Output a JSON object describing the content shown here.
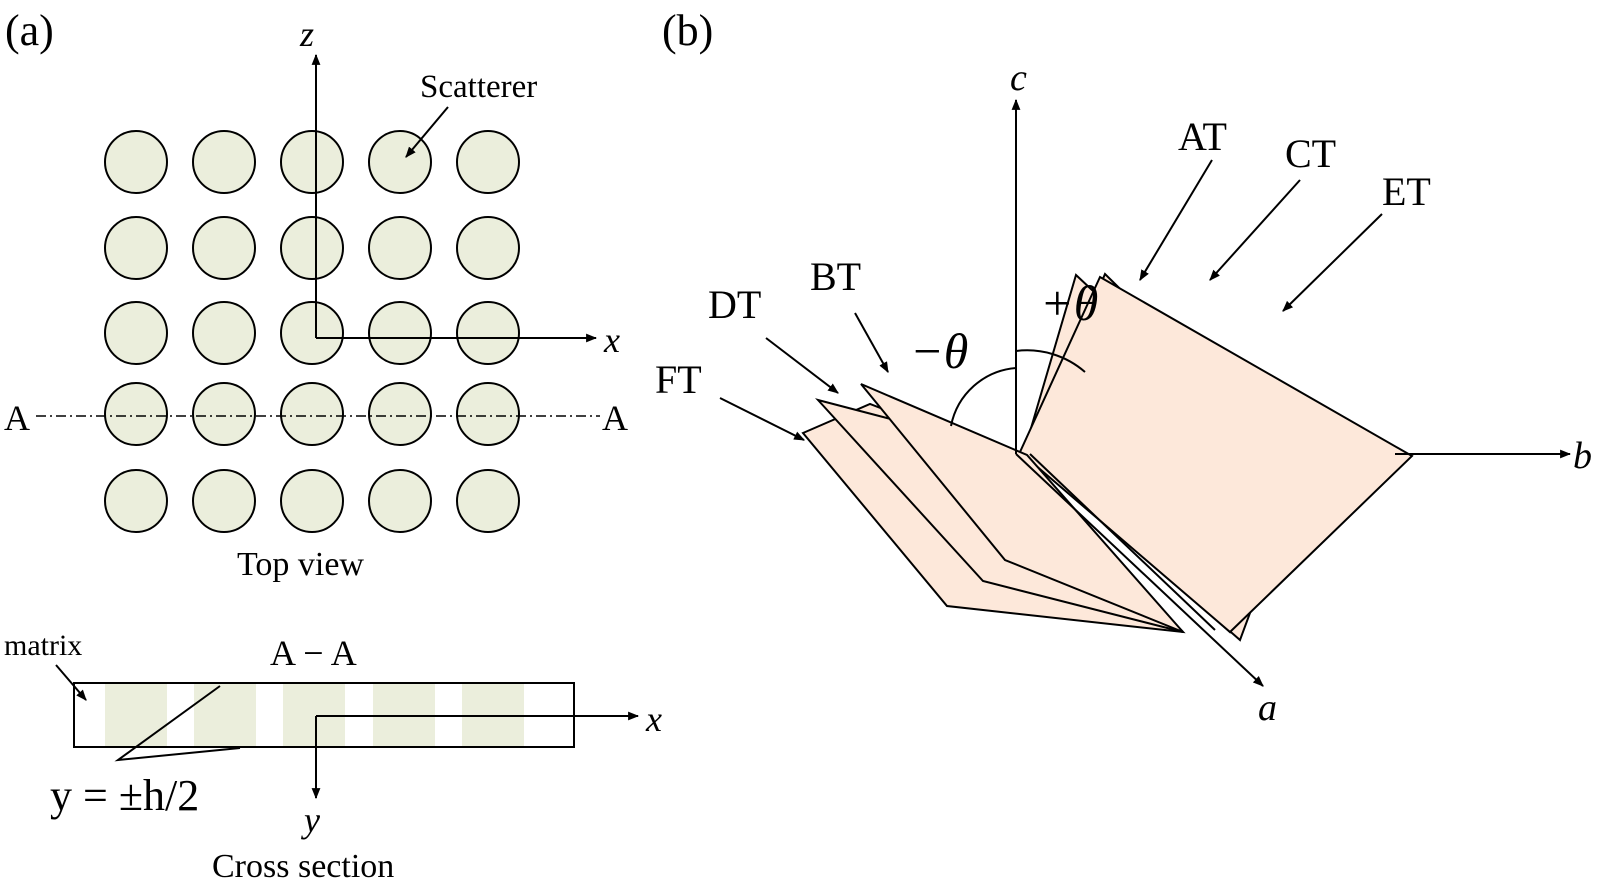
{
  "panel_a": {
    "label": "(a)",
    "axis_z": "z",
    "axis_x": "x",
    "scatterer_label": "Scatterer",
    "section_left": "A",
    "section_right": "A",
    "top_view_caption": "Top view",
    "matrix_label": "matrix",
    "section_title": "A − A",
    "axis_x_cs": "x",
    "axis_y_cs": "y",
    "surface_eq": "y = ±h/2",
    "cross_section_caption": "Cross section"
  },
  "panel_b": {
    "label": "(b)",
    "axis_c": "c",
    "axis_b": "b",
    "axis_a": "a",
    "minus_theta": "−θ",
    "plus_theta": "+θ",
    "labels": {
      "at": "AT",
      "ct": "CT",
      "et": "ET",
      "bt": "BT",
      "dt": "DT",
      "ft": "FT"
    }
  },
  "colors": {
    "scatterer_fill": "#ebeedc",
    "plate_fill": "#fde8da",
    "line": "#000000"
  }
}
